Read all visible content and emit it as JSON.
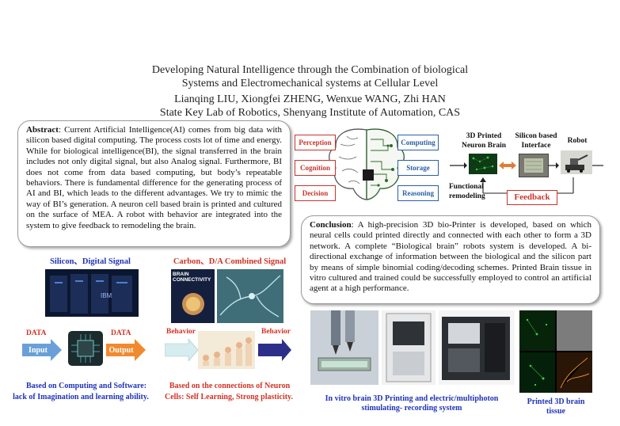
{
  "header": {
    "title_line1": "Developing Natural Intelligence through the Combination of biological",
    "title_line2": "Systems and Electromechanical systems at Cellular Level",
    "authors": "Lianqing LIU, Xiongfei ZHENG, Wenxue WANG, Zhi HAN",
    "affiliation": "State Key Lab of Robotics, Shenyang Institute of Automation, CAS"
  },
  "abstract": {
    "label": "Abstract",
    "text": ": Current Artificial Intelligence(AI) comes from big data with silicon based digital computing. The process costs lot of time and energy. While for biological intelligence(BI), the signal transferred in the brain includes not only digital signal, but also Analog signal. Furthermore, BI does not come from data based computing, but body’s repeatable behaviors. There is fundamental difference for the generating process of AI and BI, which leads to the different advantages. We try to mimic the way of BI’s generation. A neuron cell based brain is printed and cultured on the surface of MEA.  A robot with behavior are integrated into the system to give feedback to remodeling the brain."
  },
  "conclusion": {
    "label": "Conclusion",
    "text": ": A high-precision 3D bio-Printer is developed, based on which neural cells could printed directly and connected with each other to form a 3D network. A complete  “Biological brain” robots system is developed. A bi-directional exchange of information between the biological and the silicon part by means of simple binomial coding/decoding schemes. Printed Brain tissue in vitro cultured and trained could be successfully employed to control an artificial agent at a high performance."
  },
  "brain_diagram": {
    "left_labels": [
      "Perception",
      "Cognition",
      "Decision"
    ],
    "right_labels": [
      "Computing",
      "Storage",
      "Reasoning"
    ]
  },
  "pipeline": {
    "printed_brain": "3D Printed\nNeuron Brain",
    "silicon_interface": "Silicon based\nInterface",
    "robot": "Robot",
    "functional": "Functional\nremodeling",
    "feedback": "Feedback"
  },
  "silicon_panel": {
    "heading": "Silicon、Digital Signal",
    "data_left": "DATA",
    "data_right": "DATA",
    "input": "Input",
    "output": "Output",
    "caption_line1": "Based on Computing and Software:",
    "caption_line2": "lack of Imagination and learning ability."
  },
  "carbon_panel": {
    "heading": "Carbon、D/A Combined Signal",
    "behavior_left": "Behavior",
    "behavior_right": "Behavior",
    "book_title": "BRAIN\nCONNECTIVITY",
    "caption_line1": "Based on the connections of Neuron",
    "caption_line2": "Cells: Self Learning, Strong plasticity."
  },
  "bottom_right": {
    "printing_caption": "In vitro brain 3D Printing and  electric/multiphoton\nstimulating- recording system",
    "tissue_caption": "Printed 3D brain\ntissue"
  },
  "colors": {
    "title": "#222222",
    "red": "#c8342c",
    "blue": "#2a5fa5",
    "caption_blue": "#1f33b8",
    "caption_red": "#d23224"
  }
}
